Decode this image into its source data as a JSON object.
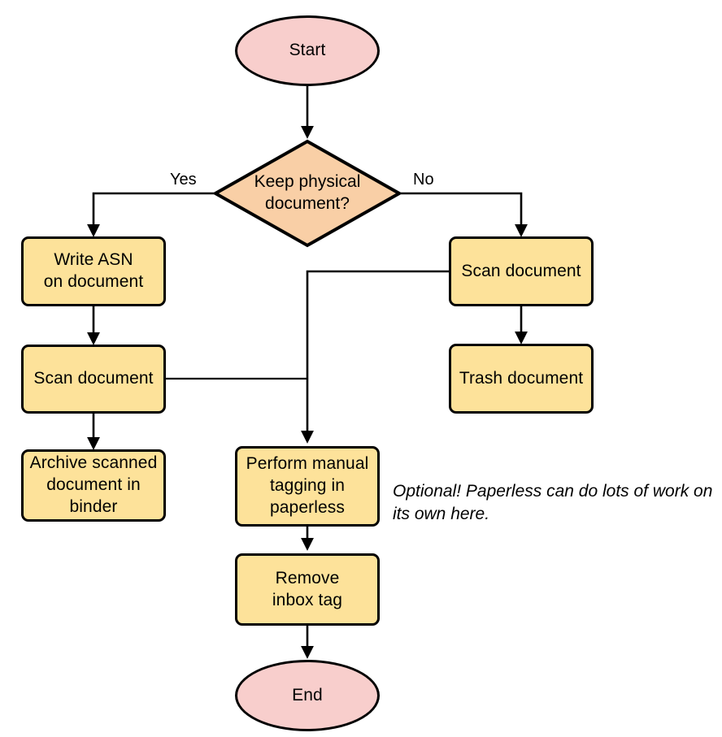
{
  "diagram": {
    "type": "flowchart",
    "title_text_present": false,
    "colors": {
      "terminal_fill": "#f8cecc",
      "decision_fill": "#f9cfa6",
      "process_fill": "#fde29a",
      "stroke": "#000000",
      "text": "#000000",
      "background": "#ffffff"
    },
    "nodes": [
      {
        "id": "start",
        "shape": "ellipse",
        "label": "Start"
      },
      {
        "id": "keep",
        "shape": "diamond",
        "label": "Keep physical\ndocument?",
        "line1": "Keep physical",
        "line2": "document?"
      },
      {
        "id": "write_asn",
        "shape": "process",
        "label": "Write ASN\non document",
        "line1": "Write ASN",
        "line2": "on document"
      },
      {
        "id": "scan_left",
        "shape": "process",
        "label": "Scan document"
      },
      {
        "id": "archive",
        "shape": "process",
        "label": "Archive scanned\ndocument in\nbinder",
        "line1": "Archive scanned",
        "line2": "document in",
        "line3": "binder"
      },
      {
        "id": "scan_right",
        "shape": "process",
        "label": "Scan document"
      },
      {
        "id": "trash",
        "shape": "process",
        "label": "Trash document"
      },
      {
        "id": "tagging",
        "shape": "process",
        "label": "Perform manual\ntagging in\npaperless",
        "line1": "Perform manual",
        "line2": "tagging in",
        "line3": "paperless"
      },
      {
        "id": "remove_inbox",
        "shape": "process",
        "label": "Remove\ninbox tag",
        "line1": "Remove",
        "line2": "inbox tag"
      },
      {
        "id": "end",
        "shape": "ellipse",
        "label": "End"
      }
    ],
    "edge_labels": {
      "yes": "Yes",
      "no": "No"
    },
    "edges": [
      {
        "from": "start",
        "to": "keep",
        "label": ""
      },
      {
        "from": "keep",
        "to": "write_asn",
        "label": "Yes"
      },
      {
        "from": "keep",
        "to": "scan_right",
        "label": "No"
      },
      {
        "from": "write_asn",
        "to": "scan_left",
        "label": ""
      },
      {
        "from": "scan_left",
        "to": "archive",
        "label": ""
      },
      {
        "from": "scan_left",
        "to": "tagging",
        "label": ""
      },
      {
        "from": "scan_right",
        "to": "trash",
        "label": ""
      },
      {
        "from": "scan_right",
        "to": "tagging",
        "label": ""
      },
      {
        "from": "tagging",
        "to": "remove_inbox",
        "label": ""
      },
      {
        "from": "remove_inbox",
        "to": "end",
        "label": ""
      }
    ],
    "annotation": {
      "line1": "Optional! Paperless can do lots of work on",
      "line2": "its own here."
    }
  }
}
